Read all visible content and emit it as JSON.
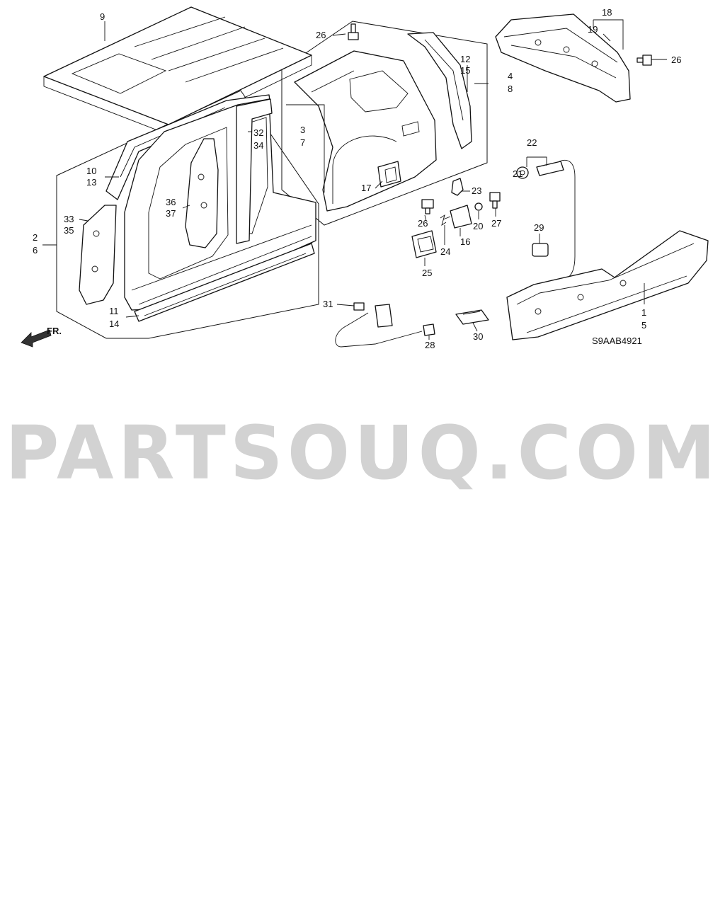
{
  "diagram_code": "S9AAB4921",
  "front_indicator": "FR.",
  "watermark": "PARTSOUQ.COM",
  "callouts": [
    {
      "id": "c9",
      "text": "9"
    },
    {
      "id": "c26a",
      "text": "26"
    },
    {
      "id": "c12",
      "text": "12"
    },
    {
      "id": "c15",
      "text": "15"
    },
    {
      "id": "c4",
      "text": "4"
    },
    {
      "id": "c8",
      "text": "8"
    },
    {
      "id": "c18",
      "text": "18"
    },
    {
      "id": "c19",
      "text": "19"
    },
    {
      "id": "c26b",
      "text": "26"
    },
    {
      "id": "c3",
      "text": "3"
    },
    {
      "id": "c7",
      "text": "7"
    },
    {
      "id": "c32",
      "text": "32"
    },
    {
      "id": "c34",
      "text": "34"
    },
    {
      "id": "c10",
      "text": "10"
    },
    {
      "id": "c13",
      "text": "13"
    },
    {
      "id": "c22",
      "text": "22"
    },
    {
      "id": "c21",
      "text": "21"
    },
    {
      "id": "c17",
      "text": "17"
    },
    {
      "id": "c23",
      "text": "23"
    },
    {
      "id": "c36",
      "text": "36"
    },
    {
      "id": "c37",
      "text": "37"
    },
    {
      "id": "c33",
      "text": "33"
    },
    {
      "id": "c35",
      "text": "35"
    },
    {
      "id": "c26c",
      "text": "26"
    },
    {
      "id": "c20",
      "text": "20"
    },
    {
      "id": "c27",
      "text": "27"
    },
    {
      "id": "c29",
      "text": "29"
    },
    {
      "id": "c2",
      "text": "2"
    },
    {
      "id": "c6",
      "text": "6"
    },
    {
      "id": "c16",
      "text": "16"
    },
    {
      "id": "c24",
      "text": "24"
    },
    {
      "id": "c25",
      "text": "25"
    },
    {
      "id": "c11",
      "text": "11"
    },
    {
      "id": "c14",
      "text": "14"
    },
    {
      "id": "c31",
      "text": "31"
    },
    {
      "id": "c1",
      "text": "1"
    },
    {
      "id": "c5",
      "text": "5"
    },
    {
      "id": "c28",
      "text": "28"
    },
    {
      "id": "c30",
      "text": "30"
    }
  ]
}
